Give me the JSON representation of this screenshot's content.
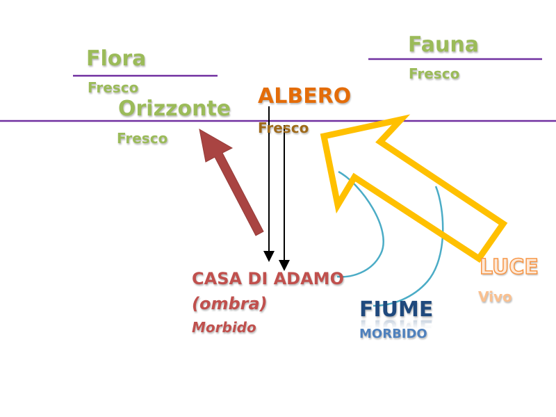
{
  "labels": {
    "flora": {
      "title": "Flora",
      "quality": "Fresco"
    },
    "fauna": {
      "title": "Fauna",
      "quality": "Fresco"
    },
    "orizzonte": {
      "title": "Orizzonte",
      "quality": "Fresco"
    },
    "albero": {
      "title": "ALBERO",
      "quality": "Fresco"
    },
    "casa": {
      "title": "CASA DI ADAMO",
      "subtitle": "(ombra)",
      "quality": "Morbido"
    },
    "fiume": {
      "title": "FIUME",
      "quality": "MORBIDO"
    },
    "luce": {
      "title": "LUCE",
      "quality": "Vivo"
    }
  },
  "colors": {
    "lines": "#7030a0",
    "green_text": "#9bbb59",
    "albero_title": "#e36c09",
    "albero_quality": "#9f6a1a",
    "red": "#c0504d",
    "arrow_red": "#a94442",
    "yellow_arrow": "#ffc000",
    "river": "#4bacc6",
    "blue": "#1f497d",
    "luce_outline": "#f79646"
  }
}
